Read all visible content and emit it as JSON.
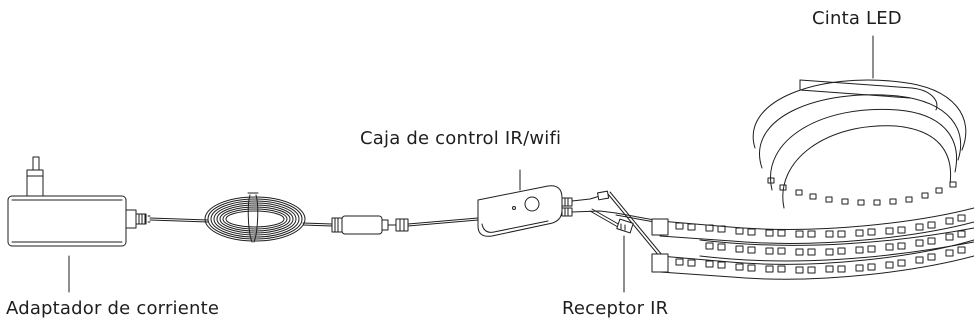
{
  "labels": {
    "led_strip": "Cinta LED",
    "control_box": "Caja de control IR/wifi",
    "power_adapter": "Adaptador de corriente",
    "ir_receiver": "Receptor IR"
  },
  "colors": {
    "line": "#1e1e1e",
    "background": "#ffffff"
  }
}
